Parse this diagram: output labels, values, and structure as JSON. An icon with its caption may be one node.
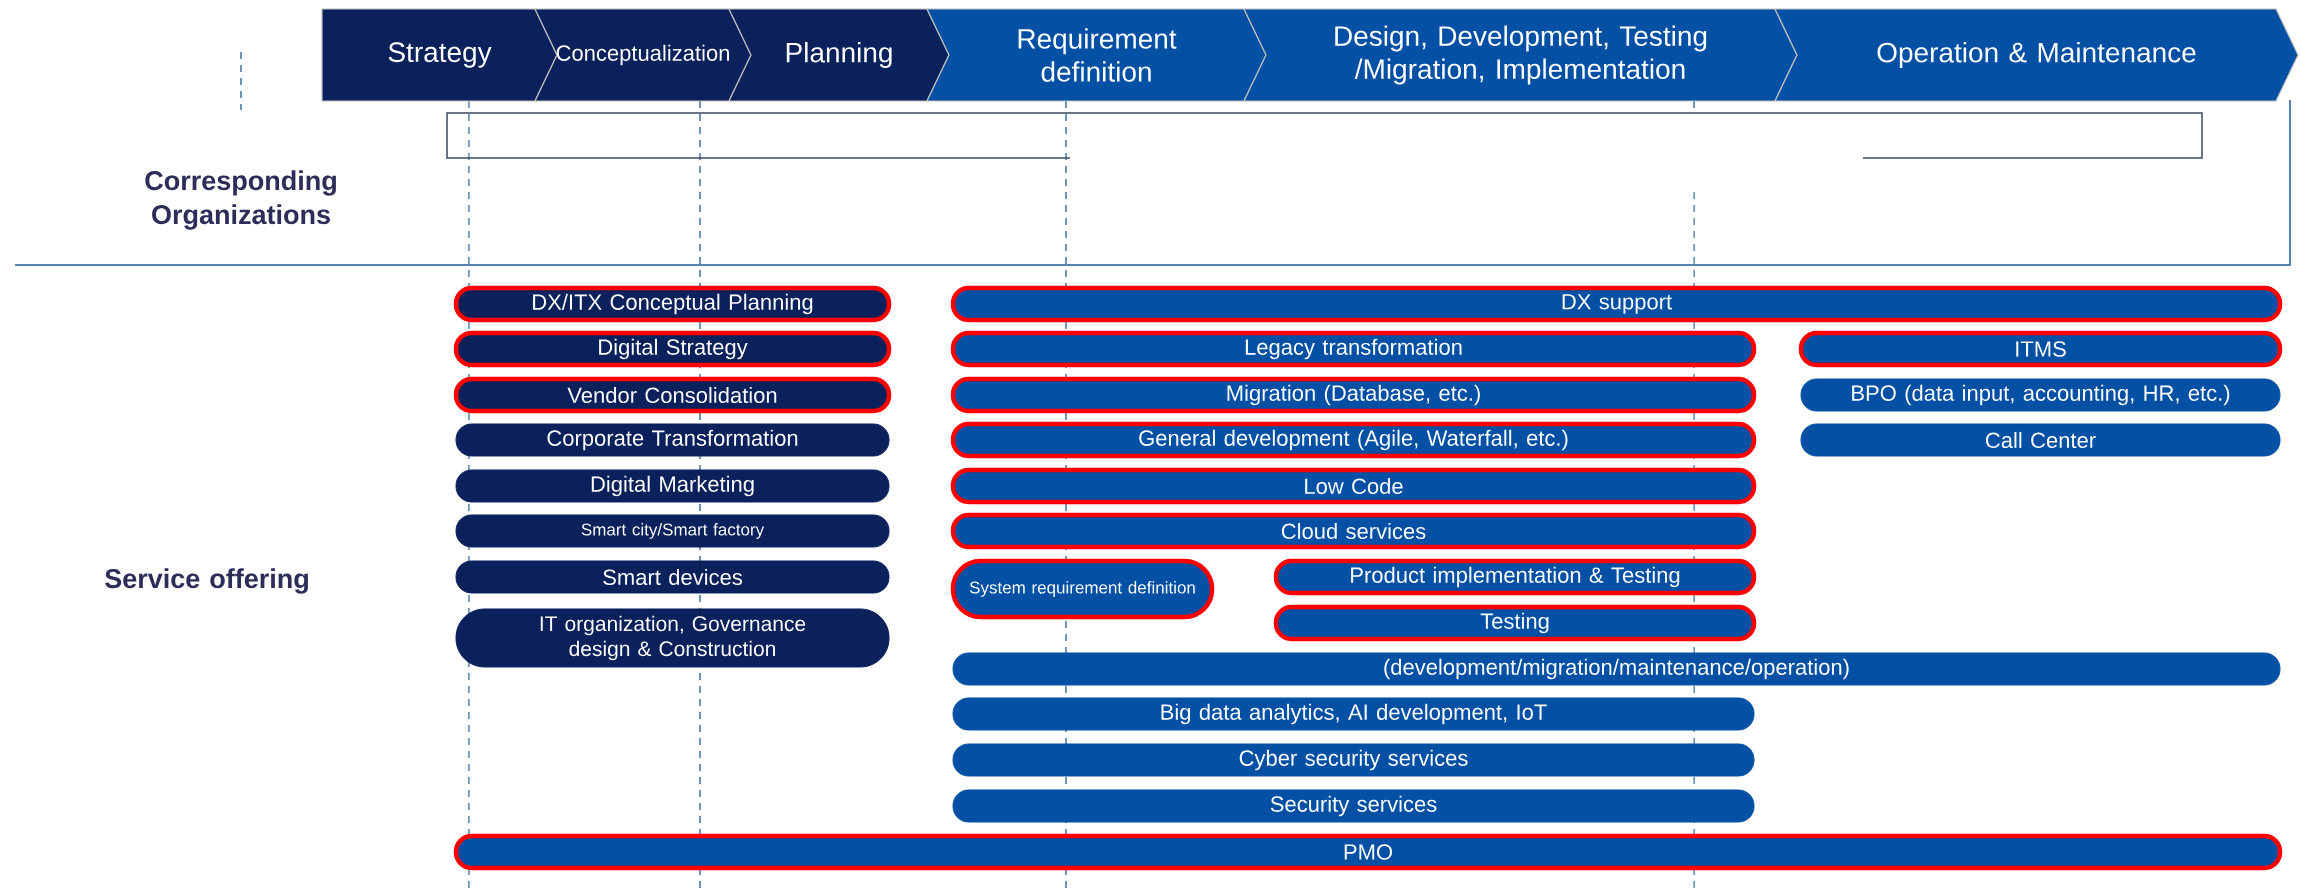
{
  "diagram": {
    "nodes": [
      {
        "text": [
          "Strategy"
        ]
      },
      {
        "text": [
          "Conceptualization"
        ]
      },
      {
        "text": [
          "Planning"
        ]
      },
      {
        "text": [
          "Requirement definition"
        ]
      },
      {
        "text": [
          "Design, Development, Testing /Migration, Implementation"
        ]
      },
      {
        "text": [
          "Operation & Maintenance"
        ]
      },
      {
        "text": [
          "DX/ITX Conceptual Planning"
        ]
      },
      {
        "text": [
          "DX support"
        ]
      },
      {
        "text": [
          "Digital Strategy"
        ]
      },
      {
        "text": [
          "Legacy transformation"
        ]
      },
      {
        "text": [
          "ITMS"
        ]
      },
      {
        "text": [
          "Vendor Consolidation"
        ]
      },
      {
        "text": [
          "Migration (Database, etc.)"
        ]
      },
      {
        "text": [
          "BPO (data input, accounting, HR, etc.)"
        ]
      },
      {
        "text": [
          "Corporate Transformation"
        ]
      },
      {
        "text": [
          "General development (Agile, Waterfall, etc.)"
        ]
      },
      {
        "text": [
          "Call Center"
        ]
      },
      {
        "text": [
          "Digital Marketing"
        ]
      },
      {
        "text": [
          "Low Code"
        ]
      },
      {
        "text": [
          "Smart city/Smart factory"
        ]
      },
      {
        "text": [
          "Cloud services"
        ]
      },
      {
        "text": [
          "Smart devices"
        ]
      },
      {
        "text": [
          "System requirement definition"
        ]
      },
      {
        "text": [
          "Product implementation & Testing"
        ]
      },
      {
        "text": [
          "Testing"
        ]
      },
      {
        "text": [
          "IT organization, Governance design & Construction"
        ]
      },
      {
        "text": [
          "(development/migration/maintenance/operation)"
        ]
      },
      {
        "text": [
          "Big data analytics, AI development, IoT"
        ]
      },
      {
        "text": [
          "Cyber security services"
        ]
      },
      {
        "text": [
          "Security services"
        ]
      },
      {
        "text": [
          "PMO"
        ]
      }
    ],
    "labels": [
      "Corresponding Organizations",
      "Service offering"
    ]
  }
}
